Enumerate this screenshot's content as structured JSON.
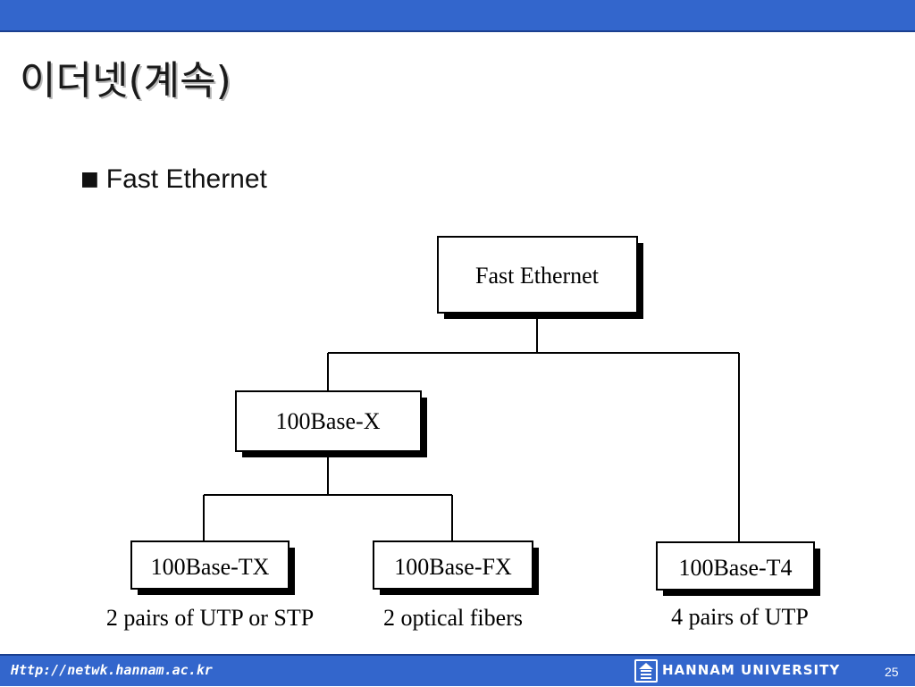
{
  "slide": {
    "title": "이더넷(계속)",
    "bullet": "Fast Ethernet",
    "bullet_marker": "■"
  },
  "diagram": {
    "root": "Fast Ethernet",
    "group": "100Base-X",
    "tx": {
      "label": "100Base-TX",
      "caption": "2 pairs of UTP or STP"
    },
    "fx": {
      "label": "100Base-FX",
      "caption": "2 optical fibers"
    },
    "t4": {
      "label": "100Base-T4",
      "caption": "4 pairs of UTP"
    }
  },
  "footer": {
    "url": "Http://netwk.hannam.ac.kr",
    "university": "HANNAM UNIVERSITY",
    "page_number": "25"
  },
  "colors": {
    "bar": "#3366cc",
    "bar_dark": "#1a3f8f"
  }
}
